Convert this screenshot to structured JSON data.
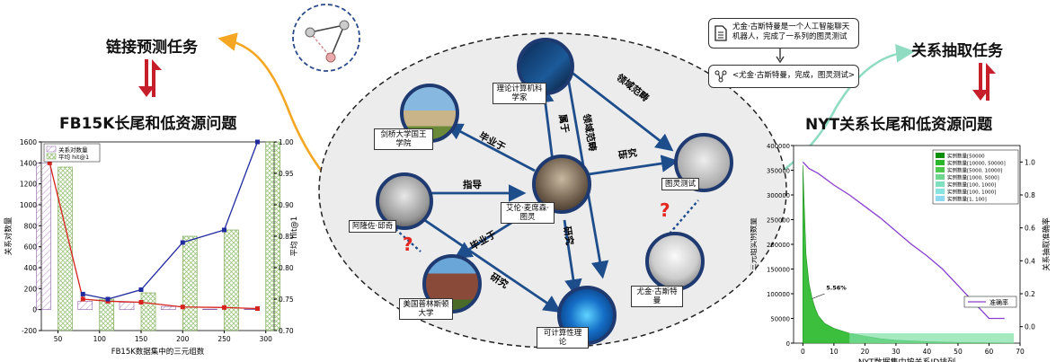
{
  "left": {
    "task_title": "链接预测任务",
    "problem_title": "FB15K长尾和低资源问题",
    "chart_data": {
      "type": "bar",
      "categories": [
        "50",
        "100",
        "150",
        "200",
        "250",
        "300"
      ],
      "series": [
        {
          "name": "关系对数量",
          "kind": "bar",
          "values": [
            1400,
            80,
            70,
            30,
            5,
            5
          ]
        },
        {
          "name": "平均 hit@1",
          "kind": "bar",
          "axis": "right",
          "values": [
            0.96,
            0.75,
            0.76,
            0.85,
            0.86,
            1.0
          ]
        },
        {
          "kind": "line",
          "color": "#d6231c",
          "x": [
            40,
            80,
            110,
            150,
            200,
            250,
            290
          ],
          "y": [
            1400,
            100,
            80,
            70,
            25,
            20,
            10
          ]
        },
        {
          "kind": "line",
          "color": "#1f2a9e",
          "axis": "right",
          "x": [
            40,
            80,
            110,
            150,
            200,
            250,
            290
          ],
          "y": [
            null,
            0.758,
            0.75,
            0.765,
            0.84,
            0.86,
            1.0
          ]
        }
      ],
      "xlabel": "FB15K数据集中的三元组数",
      "ylabel": "关系对数量",
      "ylabel_right": "平均 hit@1",
      "xlim": [
        30,
        310
      ],
      "ylim": [
        -200,
        1600
      ],
      "ylim_right": [
        0.7,
        1.0
      ],
      "xticks": [
        "50",
        "100",
        "150",
        "200",
        "250",
        "300"
      ],
      "yticks": [
        "-200",
        "0",
        "200",
        "400",
        "600",
        "800",
        "1000",
        "1200",
        "1400",
        "1600"
      ],
      "yticks_right": [
        "0.70",
        "0.75",
        "0.80",
        "0.85",
        "0.90",
        "0.95",
        "1.00"
      ],
      "legend_position": "top-left"
    }
  },
  "right": {
    "task_title": "关系抽取任务",
    "problem_title": "NYT关系长尾和低资源问题",
    "sentence": "尤金·古斯特曼是一个人工智能聊天机器人，完成了一系列的图灵测试",
    "triple": "<尤金·古斯特曼，完成，图灵测试>",
    "chart_data": {
      "type": "area",
      "xlabel": "NYT数据集中按关系ID排列",
      "ylabel": "三元组实例数量",
      "ylabel_right": "关系抽取准确率",
      "xlim": [
        -3,
        70
      ],
      "ylim": [
        0,
        400000
      ],
      "ylim_right": [
        -0.1,
        1.1
      ],
      "xticks": [
        "0",
        "10",
        "20",
        "30",
        "40",
        "50",
        "60",
        "70"
      ],
      "yticks": [
        "0",
        "50000",
        "100000",
        "150000",
        "200000",
        "250000",
        "300000",
        "350000",
        "400000"
      ],
      "yticks_right": [
        "0.0",
        "0.2",
        "0.4",
        "0.6",
        "0.8",
        "1.0"
      ],
      "annotation": "5.56%",
      "legend_bins": [
        "实例数量[50000",
        "实例数量[10000, 50000]",
        "实例数量[5000, 10000]",
        "实例数量[1000, 5000]",
        "实例数量[100, 1000]",
        "实例数量[100, 1000]",
        "实例数量[1, 100]"
      ],
      "legend_line": "准确率",
      "accuracy": {
        "x": [
          0,
          2,
          5,
          10,
          15,
          20,
          25,
          30,
          35,
          40,
          45,
          50,
          55,
          60,
          65
        ],
        "y": [
          1.0,
          0.96,
          0.93,
          0.86,
          0.8,
          0.73,
          0.66,
          0.58,
          0.5,
          0.43,
          0.35,
          0.25,
          0.15,
          0.05,
          0.05
        ]
      },
      "instances": {
        "x": [
          0,
          1,
          2,
          3,
          4,
          5,
          7,
          10,
          15,
          20,
          25,
          30,
          40,
          50,
          60,
          68
        ],
        "y": [
          360000,
          180000,
          120000,
          90000,
          70000,
          55000,
          40000,
          30000,
          20000,
          14000,
          9000,
          6000,
          3000,
          1500,
          800,
          200
        ]
      }
    }
  },
  "graph": {
    "nodes": {
      "cambridge": "剑桥大学国王学院",
      "scientist": "理论计算机科学家",
      "turing_test": "图灵测试",
      "turing": "艾伦·麦席森·图灵",
      "church": "阿隆佐·邱奇",
      "princeton": "美国普林斯顿大学",
      "computability": "可计算性理论",
      "eugene": "尤金·古斯特曼"
    },
    "edges": {
      "graduated_1": "毕业于",
      "belongs": "属于",
      "field_1": "领域范畴",
      "field_2": "领域范畴",
      "research_1": "研究",
      "advisor": "指导",
      "graduated_2": "毕业于",
      "research_2": "研究",
      "research_3": "研究"
    },
    "question_mark": "?"
  },
  "colors": {
    "node_border": "#1e3a70",
    "edge": "#1e4d8c",
    "question": "#e5281f",
    "left_arrow": "#f5a623",
    "right_arrow": "#8fdcc2"
  }
}
